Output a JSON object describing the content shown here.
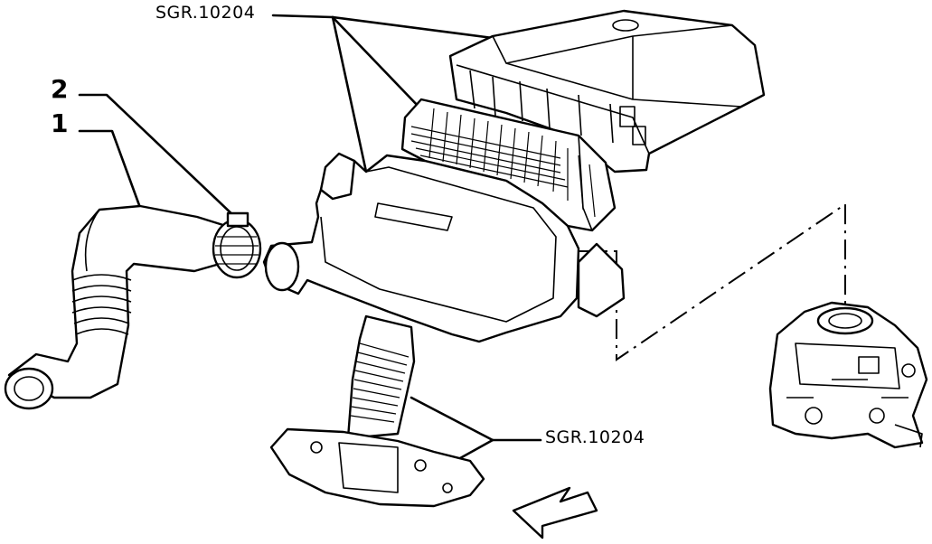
{
  "diagram": {
    "callouts": {
      "ref_top": "SGR.10204",
      "ref_bottom": "SGR.10204",
      "item_2": "2",
      "item_1": "1"
    },
    "colors": {
      "ink": "#000000",
      "paper": "#ffffff"
    }
  }
}
